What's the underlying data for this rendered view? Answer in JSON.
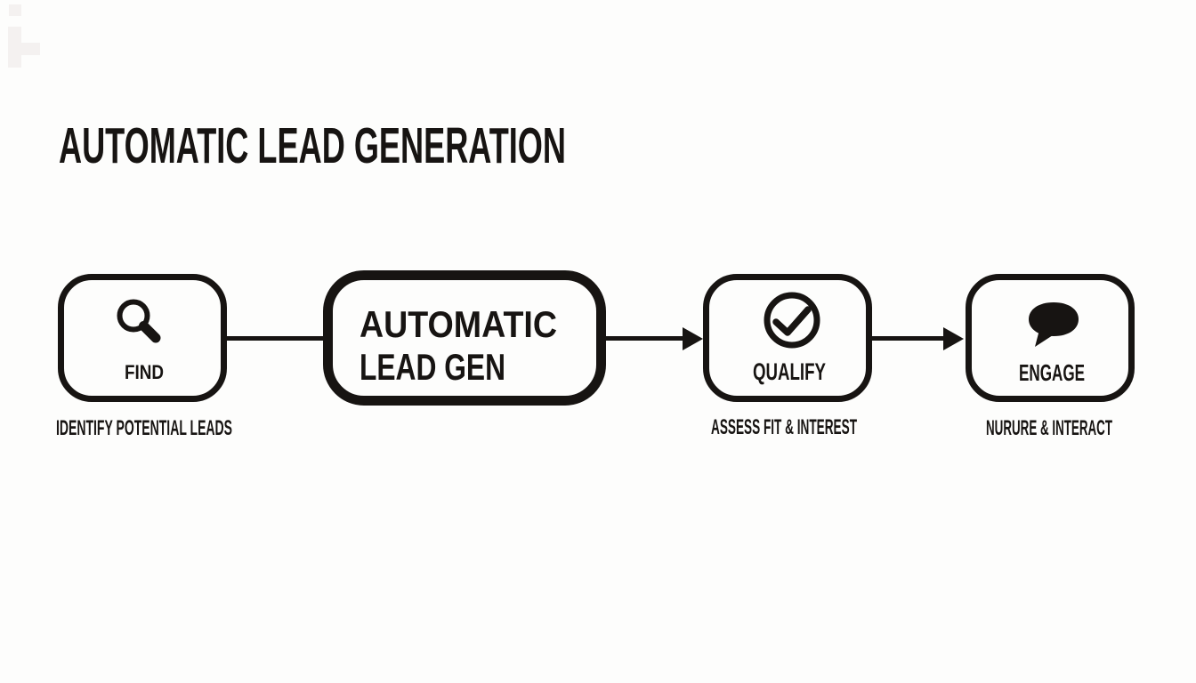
{
  "title": "AUTOMATIC LEAD GENERATION",
  "colors": {
    "ink": "#171412",
    "background": "#fdfdfc"
  },
  "diagram": {
    "nodes": {
      "find": {
        "label": "FIND",
        "icon": "magnifier-icon",
        "caption": "IDENTIFY POTENTIAL LEADS"
      },
      "hub": {
        "line1": "AUTOMATIC",
        "line2": "LEAD GEN"
      },
      "qualify": {
        "label": "QUALIFY",
        "icon": "check-circle-icon",
        "caption": "ASSESS FIT & INTEREST"
      },
      "engage": {
        "label": "ENGAGE",
        "icon": "speech-bubble-icon",
        "caption": "NURURE & INTERACT"
      }
    },
    "connectors": [
      {
        "from": "find",
        "to": "hub",
        "style": "line"
      },
      {
        "from": "hub",
        "to": "qualify",
        "style": "arrow"
      },
      {
        "from": "qualify",
        "to": "engage",
        "style": "arrow"
      }
    ]
  }
}
